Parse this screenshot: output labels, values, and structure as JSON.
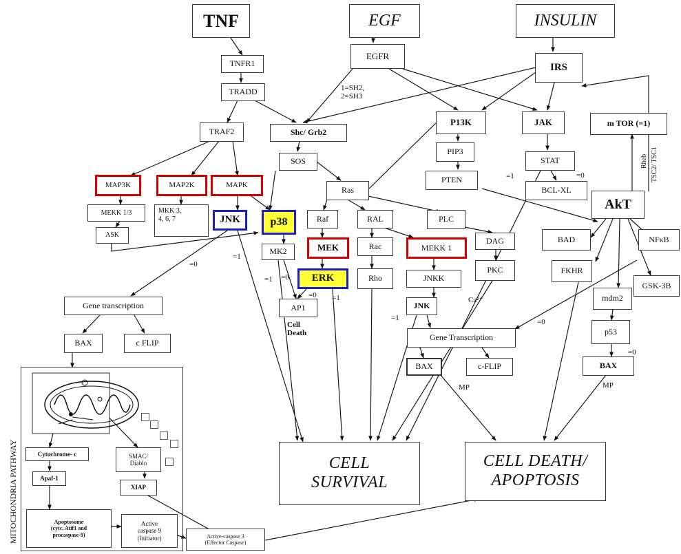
{
  "nodes": {
    "tnf": "TNF",
    "egf": "EGF",
    "insulin": "INSULIN",
    "tnfr1": "TNFR1",
    "egfr": "EGFR",
    "irs": "IRS",
    "tradd": "TRADD",
    "traf2": "TRAF2",
    "shc_grb2": "Shc/ Grb2",
    "p13k": "P13K",
    "jak": "JAK",
    "mtor": "m TOR (=1)",
    "sos": "SOS",
    "pip3": "PIP3",
    "stat": "STAT",
    "map3k": "MAP3K",
    "map2k": "MAP2K",
    "mapk": "MAPK",
    "ras": "Ras",
    "pten": "PTEN",
    "bclxl": "BCL-XL",
    "mekk13": "MEKK 1/3",
    "mkk": "MKK 3,\n4, 6, 7",
    "jnk1": "JNK",
    "p38": "p38",
    "raf": "Raf",
    "ral": "RAL",
    "plc": "PLC",
    "akt": "AkT",
    "ask": "ASK",
    "mek": "MEK",
    "mekk1": "MEKK 1",
    "dag": "DAG",
    "bad": "BAD",
    "nfkb": "NFκB",
    "mk2": "MK2",
    "rac": "Rac",
    "erk": "ERK",
    "rho": "Rho",
    "jnkk": "JNKK",
    "pkc": "PKC",
    "fkhr": "FKHR",
    "gsk3b": "GSK-3B",
    "ap1": "AP1",
    "gene_trans1": "Gene transcription",
    "jnk2": "JNK",
    "mdm2": "mdm2",
    "gene_trans2": "Gene Transcription",
    "bax1": "BAX",
    "cflip1": "c FLIP",
    "p53": "p53",
    "bax2": "BAX",
    "cflip2": "c-FLIP",
    "bax3": "BAX",
    "cyto": "Cytochrome- c",
    "smac": "SMAC/\nDiablo",
    "apaf": "Apaf-1",
    "xiap": "XIAP",
    "apoptosome": "Apoptosome\n(cytc, Atif1 and\nprocaspase-9)",
    "casp9": "Active\ncaspase 9\n(Initiator)",
    "casp3": "Active-caspase 3\n(Effector Caspase)",
    "cell_survival": "CELL\nSURVIVAL",
    "cell_death": "CELL DEATH/\nAPOPTOSIS"
  },
  "labels": {
    "sh": "1=SH2,\n2=SH3",
    "eq_jnk": "=0",
    "eq1_mk2": "=1",
    "eq1_mk2b": "=1",
    "eq0_ap1": "=0",
    "eq0_erk": "=0",
    "eq1_erk": "=1",
    "eq1_jnk2": "=1",
    "eq1_stat": "=1",
    "eq0_stat": "=0",
    "ca": "Ca²⁺",
    "eq0_nfkb": "=0",
    "eq0_p53": "=0",
    "cell_death_small": "Cell\nDeath",
    "mp1": "MP",
    "mp2": "MP",
    "rheb": "Rheb",
    "tsc": "TSC2/ TSC1",
    "mito_path": "MITOCHONDRIA PATHWAY"
  },
  "colors": {
    "highlight_red": "#d40000",
    "highlight_blue": "#1c1cc8",
    "highlight_yellow": "#ffff33"
  }
}
